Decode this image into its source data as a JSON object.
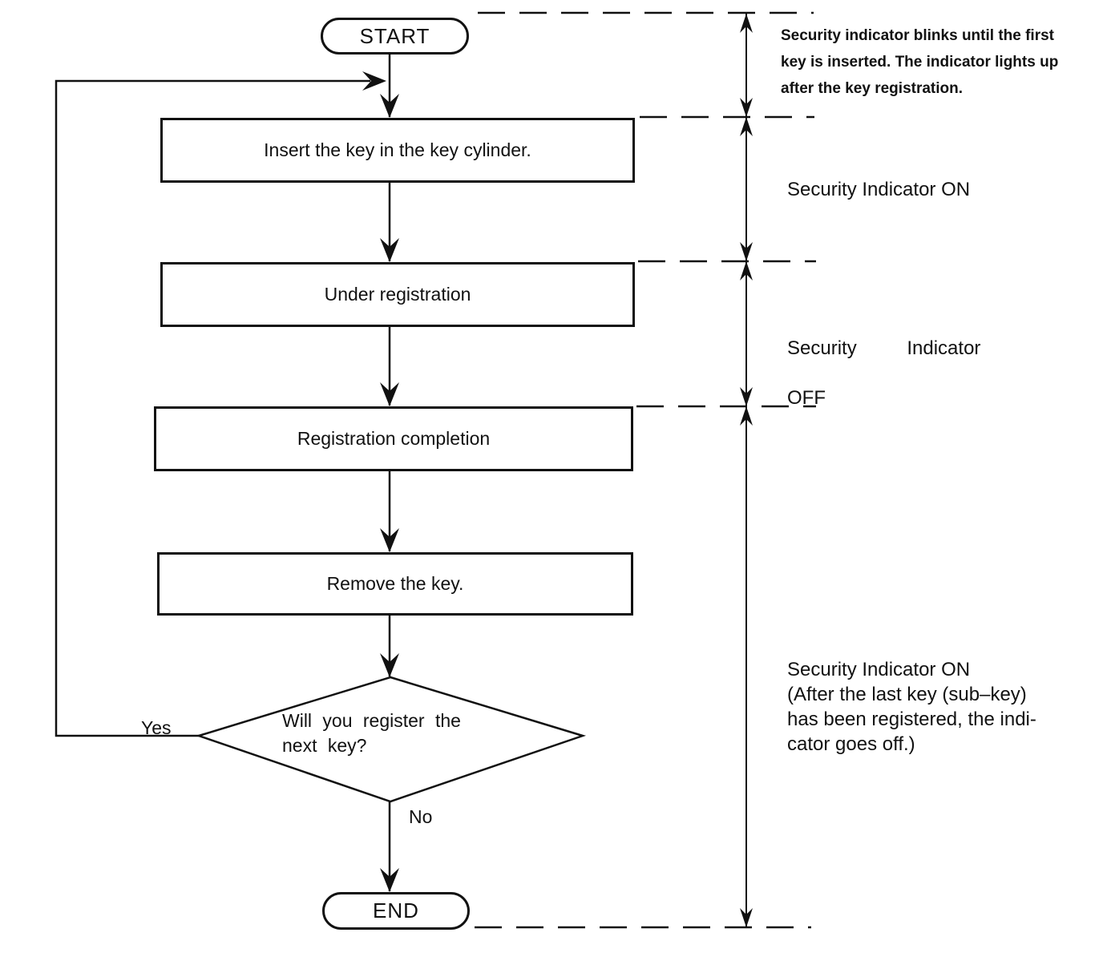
{
  "flowchart": {
    "start": "START",
    "steps": [
      "Insert the key in the key cylinder.",
      "Under registration",
      "Registration completion",
      "Remove the key."
    ],
    "decision": "Will you register the\nnext key?",
    "yes": "Yes",
    "no": "No",
    "end": "END"
  },
  "annotations": {
    "blink_note": "Security indicator blinks until the first\nkey is inserted. The indicator lights up\nafter the key registration.",
    "indicator_on": "Security Indicator ON",
    "indicator_off_line1": "Security Indicator",
    "indicator_off_line2": "OFF",
    "indicator_on_final": "Security Indicator ON\n(After the last key (sub–key)\nhas been registered, the indi-\ncator goes off.)"
  },
  "colors": {
    "ink": "#111111",
    "background": "#ffffff"
  }
}
